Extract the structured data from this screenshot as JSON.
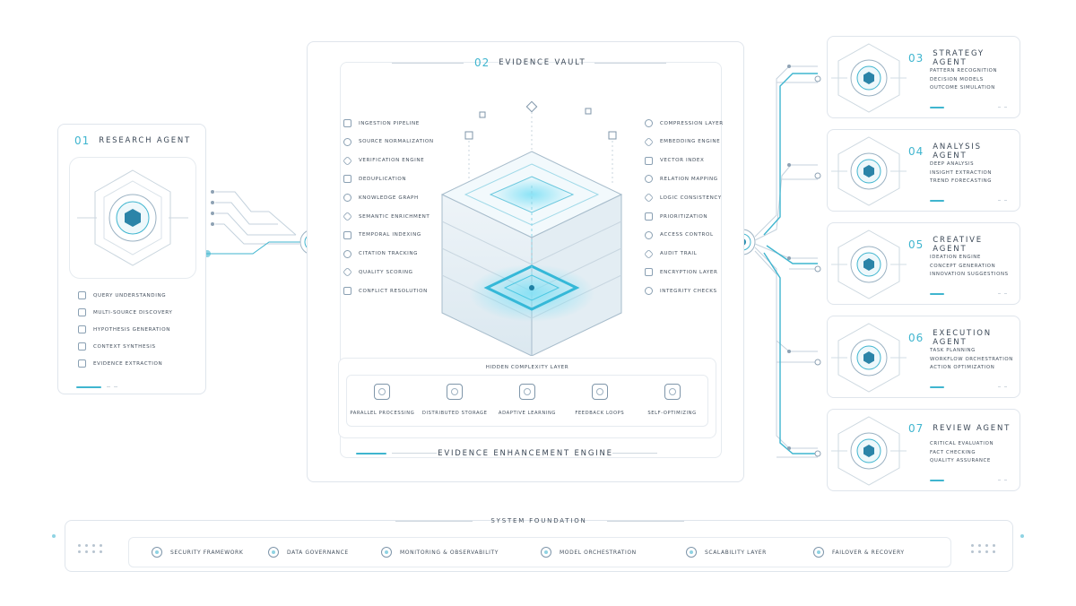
{
  "research": {
    "num": "01",
    "title": "RESEARCH AGENT",
    "items": [
      "QUERY UNDERSTANDING",
      "MULTI-SOURCE DISCOVERY",
      "HYPOTHESIS GENERATION",
      "CONTEXT SYNTHESIS",
      "EVIDENCE EXTRACTION"
    ]
  },
  "vault": {
    "num": "02",
    "title": "EVIDENCE VAULT",
    "left_items": [
      "INGESTION PIPELINE",
      "SOURCE NORMALIZATION",
      "VERIFICATION ENGINE",
      "DEDUPLICATION",
      "KNOWLEDGE GRAPH",
      "SEMANTIC ENRICHMENT",
      "TEMPORAL INDEXING",
      "CITATION TRACKING",
      "QUALITY SCORING",
      "CONFLICT RESOLUTION"
    ],
    "right_items": [
      "COMPRESSION LAYER",
      "EMBEDDING ENGINE",
      "VECTOR INDEX",
      "RELATION MAPPING",
      "LOGIC CONSISTENCY",
      "PRIORITIZATION",
      "ACCESS CONTROL",
      "AUDIT TRAIL",
      "ENCRYPTION LAYER",
      "INTEGRITY CHECKS"
    ],
    "hidden_layer": "HIDDEN COMPLEXITY LAYER",
    "modules": [
      "PARALLEL PROCESSING",
      "DISTRIBUTED STORAGE",
      "ADAPTIVE LEARNING",
      "FEEDBACK LOOPS",
      "SELF-OPTIMIZING"
    ],
    "engine": "EVIDENCE ENHANCEMENT ENGINE"
  },
  "agents": [
    {
      "num": "03",
      "title": "STRATEGY AGENT",
      "lines": [
        "PATTERN RECOGNITION",
        "DECISION MODELS",
        "OUTCOME SIMULATION"
      ]
    },
    {
      "num": "04",
      "title": "ANALYSIS AGENT",
      "lines": [
        "DEEP ANALYSIS",
        "INSIGHT EXTRACTION",
        "TREND FORECASTING"
      ]
    },
    {
      "num": "05",
      "title": "CREATIVE AGENT",
      "lines": [
        "IDEATION ENGINE",
        "CONCEPT GENERATION",
        "INNOVATION SUGGESTIONS"
      ]
    },
    {
      "num": "06",
      "title": "EXECUTION AGENT",
      "lines": [
        "TASK PLANNING",
        "WORKFLOW ORCHESTRATION",
        "ACTION OPTIMIZATION"
      ]
    },
    {
      "num": "07",
      "title": "REVIEW AGENT",
      "lines": [
        "CRITICAL EVALUATION",
        "FACT CHECKING",
        "QUALITY ASSURANCE"
      ]
    }
  ],
  "foundation": {
    "title": "SYSTEM FOUNDATION",
    "items": [
      "SECURITY FRAMEWORK",
      "DATA GOVERNANCE",
      "MONITORING & OBSERVABILITY",
      "MODEL ORCHESTRATION",
      "SCALABILITY LAYER",
      "FAILOVER & RECOVERY"
    ]
  },
  "colors": {
    "accent": "#3fb5cf",
    "line": "#dfe5ec",
    "text": "#3a4756"
  }
}
